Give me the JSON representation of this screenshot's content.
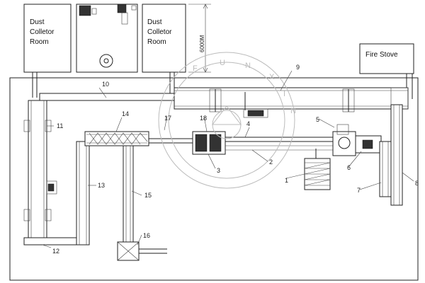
{
  "rooms": {
    "dust_collector_left": [
      "Dust",
      "Colletor",
      "Room"
    ],
    "dust_collector_right": [
      "Dust",
      "Colletor",
      "Room"
    ],
    "fire_stove": "Fire Stove"
  },
  "dimension": "6000M",
  "labels": {
    "n1": "1",
    "n2": "2",
    "n3": "3",
    "n4": "4",
    "n5": "5",
    "n6": "6",
    "n7": "7",
    "n8": "8",
    "n9": "9",
    "n10": "10",
    "n11": "11",
    "n12": "12",
    "n13": "13",
    "n14": "14",
    "n15": "15",
    "n16": "16",
    "n17": "17",
    "n18": "18"
  },
  "watermark": {
    "letters": [
      "F",
      "U",
      "N",
      "X",
      "I",
      "N"
    ],
    "seal_icon": "gear-logo"
  }
}
